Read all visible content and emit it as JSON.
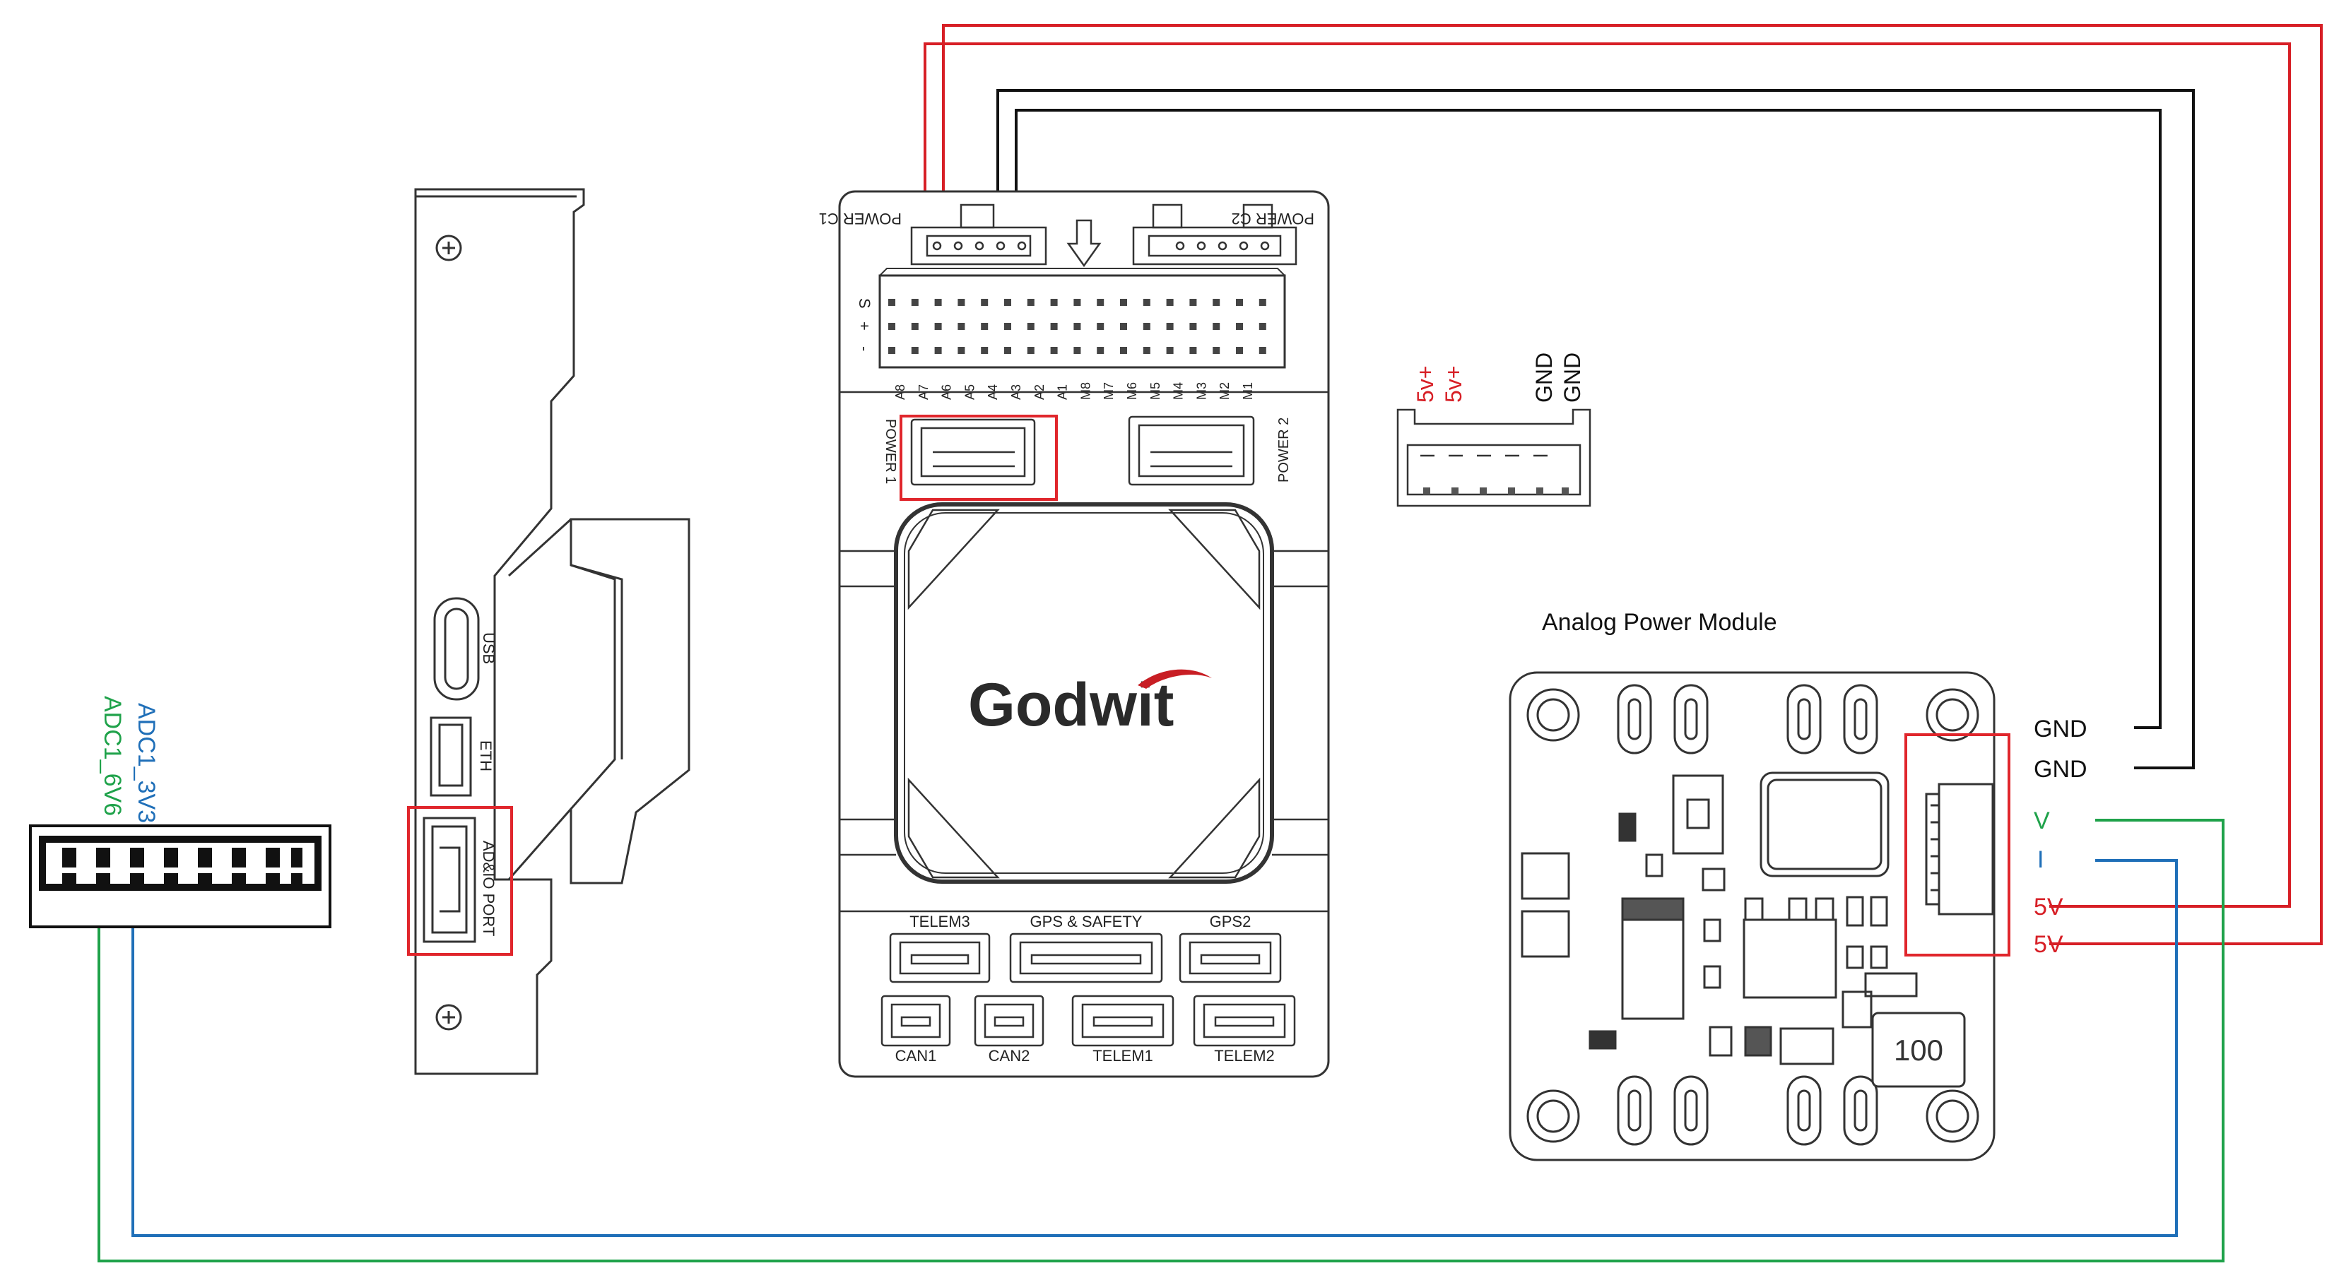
{
  "colors": {
    "red": "#d71f26",
    "black": "#111111",
    "green": "#1fa24a",
    "blue": "#1f6fb8",
    "outline": "#333333",
    "highlight": "#e0262c"
  },
  "side_view": {
    "usb_label": "USB",
    "eth_label": "ETH",
    "adio_label": "AD&IO PORT"
  },
  "adc_connector": {
    "label_3v3": "ADC1_3V3",
    "label_6v6": "ADC1_6V6"
  },
  "flight_controller": {
    "brand": "Godwit",
    "power_c1": "POWER C1",
    "power_c2": "POWER C2",
    "row_labels": [
      "S",
      "+",
      "-"
    ],
    "pin_labels": [
      "A8",
      "A7",
      "A6",
      "A5",
      "A4",
      "A3",
      "A2",
      "A1",
      "M8",
      "M7",
      "M6",
      "M5",
      "M4",
      "M3",
      "M2",
      "M1"
    ],
    "power1_label": "POWER 1",
    "power2_label": "POWER 2",
    "ports_top": [
      "TELEM3",
      "GPS & SAFETY",
      "GPS2"
    ],
    "ports_bottom": [
      "CAN1",
      "CAN2",
      "TELEM1",
      "TELEM2"
    ]
  },
  "power_connector_pinout": [
    "5v+",
    "5v+",
    "GND",
    "GND"
  ],
  "power_module": {
    "title": "Analog Power Module",
    "inductor_label": "100",
    "pins": [
      {
        "label": "GND",
        "color": "#111111"
      },
      {
        "label": "GND",
        "color": "#111111"
      },
      {
        "label": "V",
        "color": "#1fa24a"
      },
      {
        "label": "I",
        "color": "#1f6fb8"
      },
      {
        "label": "5V",
        "color": "#d71f26"
      },
      {
        "label": "5V",
        "color": "#d71f26"
      }
    ]
  }
}
